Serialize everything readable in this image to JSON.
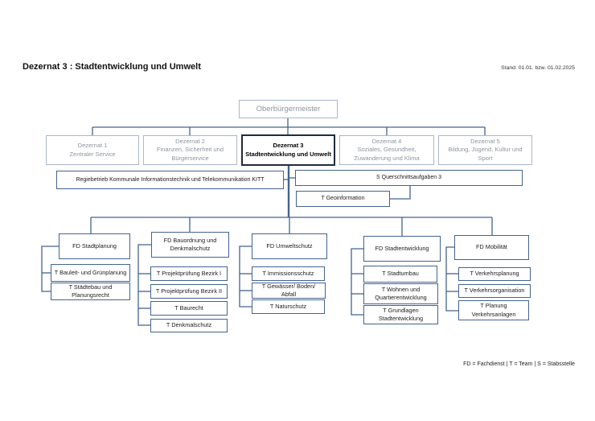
{
  "page": {
    "title": "Dezernat 3 : Stadtentwicklung und Umwelt",
    "stand": "Stand: 01.01. bzw. 01.02.2025",
    "legend": "FD = Fachdienst  | T = Team | S = Stabsstelle"
  },
  "colors": {
    "line": "#44638F",
    "active_border": "#1F2B3E",
    "inactive_border": "#ABB8C8",
    "inactive_text": "#8D959F"
  },
  "org": {
    "root": {
      "label": "Oberbürgermeister"
    },
    "dezernate": [
      {
        "line1": "Dezernat 1",
        "line2": "Zentraler Service"
      },
      {
        "line1": "Dezernat 2",
        "line2": "Finanzen, Sicherheit und Bürgerservice"
      },
      {
        "line1": "Dezernat 3",
        "line2": "Stadtentwicklung und Umwelt"
      },
      {
        "line1": "Dezernat 4",
        "line2": "Soziales, Gesundheit, Zuwanderung und Klima"
      },
      {
        "line1": "Dezernat 5",
        "line2": "Bildung, Jugend, Kultur und Sport"
      }
    ],
    "staff_units": {
      "kitt": "Regiebetrieb Kommunale  Informationstechnik und Telekommunikation KITT",
      "querschnitt": "S Querschnittsaufgaben 3",
      "geoinformation": "T Geoinformation"
    },
    "departments": [
      {
        "name": "FD Stadtplanung",
        "teams": [
          "T Bauleit- und Grünplanung",
          "T Städtebau und Planungsrecht"
        ]
      },
      {
        "name": "FD Bauordnung und Denkmalschutz",
        "teams": [
          "T Projektprüfung Bezirk I",
          "T Projektprüfung Bezirk II",
          "T Baurecht",
          "T Denkmalschutz"
        ]
      },
      {
        "name": "FD Umweltschutz",
        "teams": [
          "T Immissionsschutz",
          "T Gewässer/ Boden/ Abfall",
          "T Naturschutz"
        ]
      },
      {
        "name": "FD Stadtentwicklung",
        "teams": [
          "T Stadtumbau",
          "T Wohnen und Quartierentwicklung",
          "T Grundlagen Stadtentwicklung"
        ]
      },
      {
        "name": "FD Mobilität",
        "teams": [
          "T Verkehrsplanung",
          "T Verkehrsorganisation",
          "T Planung Verkehrsanlagen"
        ]
      }
    ]
  }
}
